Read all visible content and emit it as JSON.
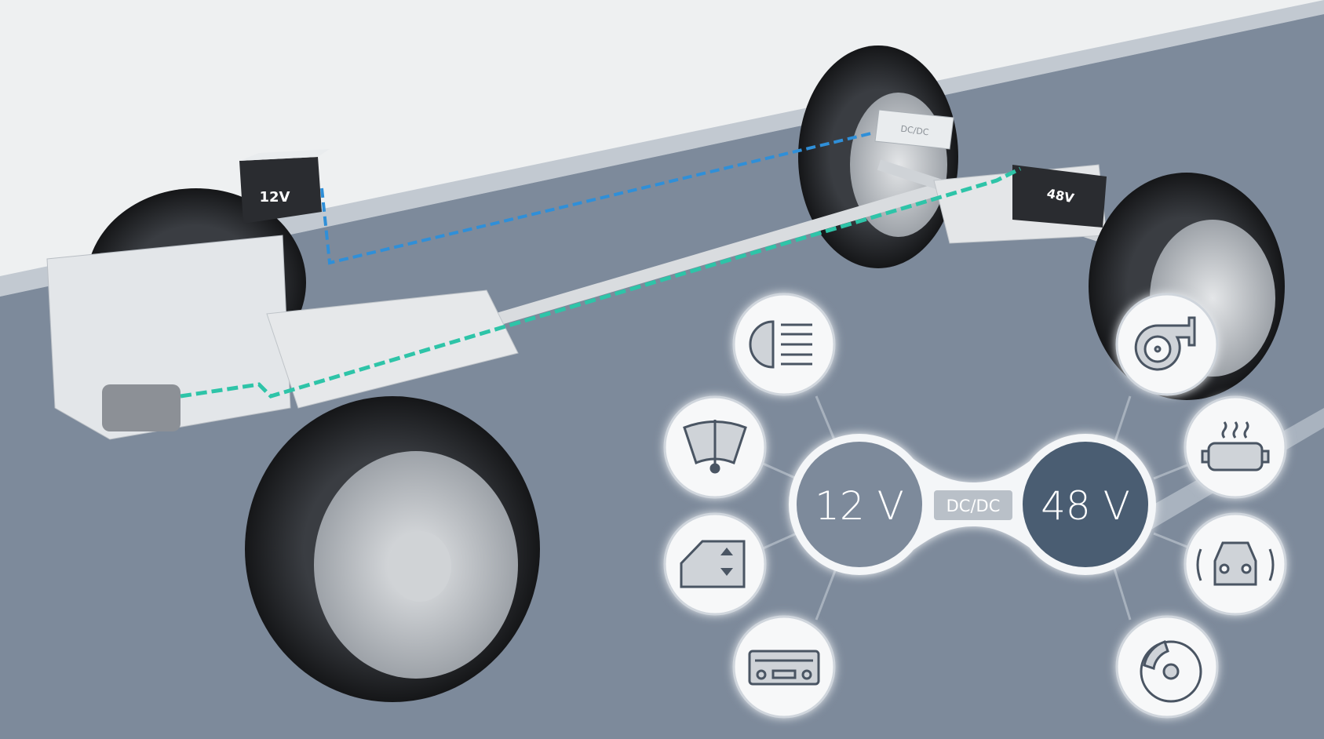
{
  "vehicle": {
    "battery_12v_label": "12V",
    "battery_48v_label": "48V",
    "converter_label": "DC/DC"
  },
  "diagram": {
    "low_voltage_label": "12 V",
    "high_voltage_label": "48 V",
    "converter_label": "DC/DC",
    "low_voltage_consumers": [
      "headlight-icon",
      "wiper-icon",
      "power-window-icon",
      "radio-icon"
    ],
    "high_voltage_consumers": [
      "turbocharger-icon",
      "heated-catalyst-icon",
      "active-roll-stabilization-icon",
      "brake-disc-icon"
    ]
  },
  "colors": {
    "road": "#7d8a9b",
    "background": "#eef0f1",
    "cable_12v": "#2f8fd8",
    "cable_48v": "#2ec4a8",
    "node_12v": "#7d8a9b",
    "node_48v": "#4a5d72",
    "icon_stroke": "#4a5563"
  }
}
